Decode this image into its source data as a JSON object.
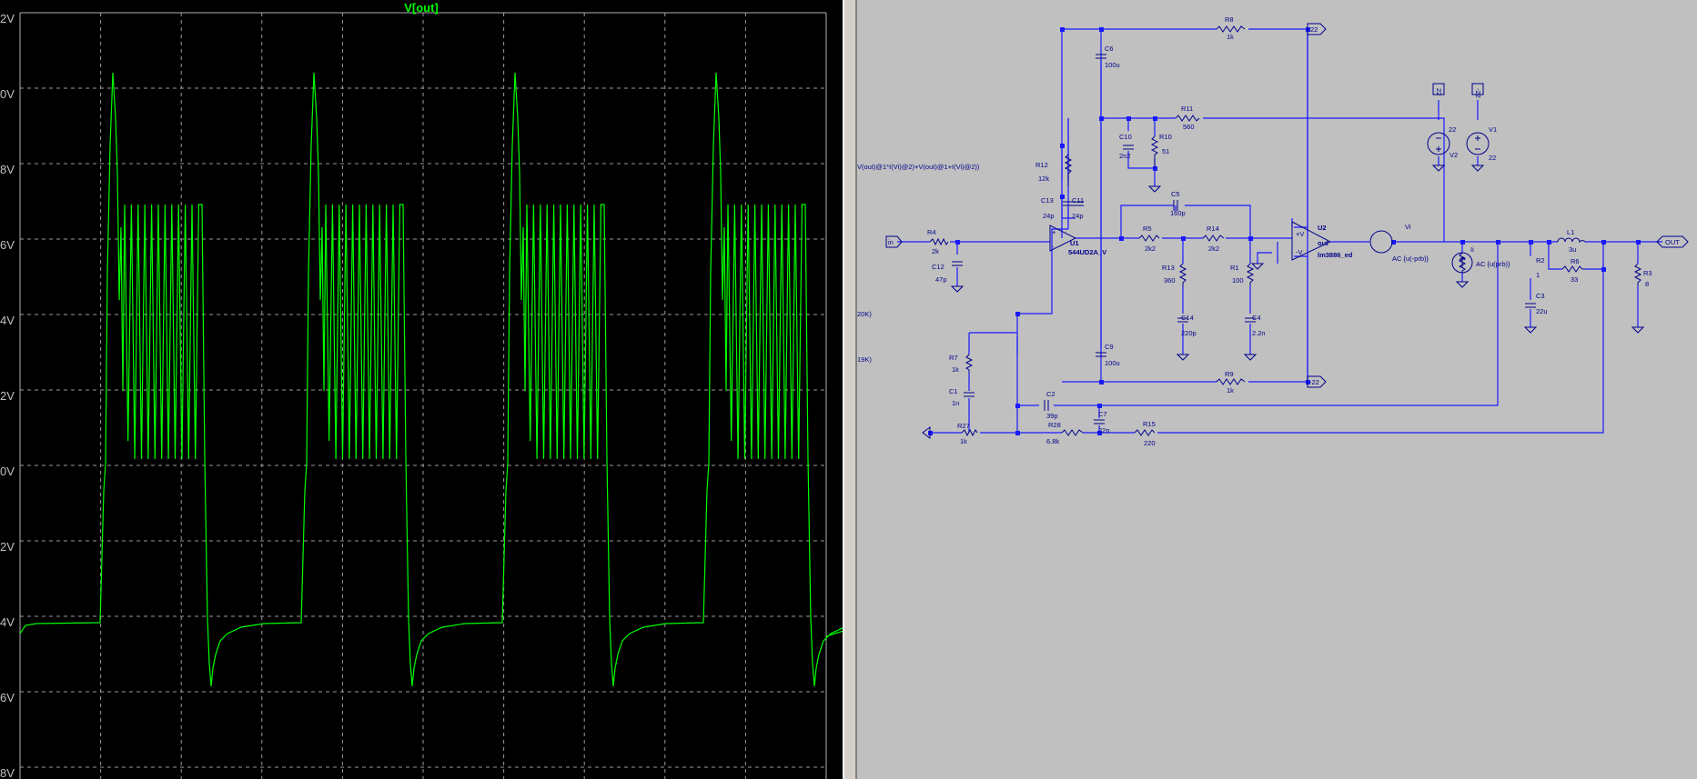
{
  "plot": {
    "title": "V[out]",
    "y_ticks": [
      "2V",
      "0V",
      "8V",
      "6V",
      "4V",
      "2V",
      "0V",
      "2V",
      "4V",
      "6V",
      "8V"
    ],
    "colors": {
      "trace": "#00ff00",
      "grid": "#9a9a9a",
      "background": "#000000"
    }
  },
  "chart_data": {
    "type": "line",
    "title": "V[out]",
    "series": [
      {
        "name": "V[out]",
        "description_shape": "repeating bursts: step up, overshoot spike, high-frequency oscillation, drop"
      }
    ],
    "grid": true,
    "period_count": 4
  },
  "schematic": {
    "spice_expr": "V(out)@1*I(Vi)@2)+V(out)@1+I(Vi)@2))",
    "step1": "20K)",
    "step2": "19K)",
    "ports": {
      "in": "in",
      "out": "OUT",
      "p22a": "22",
      "m22a": "-22",
      "p22b": "22",
      "m22b": "-22"
    },
    "comps": {
      "r8": "R8",
      "r8v": "1k",
      "c6": "C6",
      "c6v": "100u",
      "r11": "R11",
      "r11v": "560",
      "c10": "C10",
      "c10v": "2n2",
      "r10": "R10",
      "r10v": "51",
      "r12": "R12",
      "r12v": "12k",
      "c13": "C13",
      "c13v": "24p",
      "c11": "C11",
      "c11v": "24p",
      "c5": "C5",
      "c5v": "160p",
      "r4": "R4",
      "r4v": "2k",
      "c12": "C12",
      "c12v": "47p",
      "u1": "U1",
      "u1v": "544UD2A_V",
      "r5": "R5",
      "r5v": "2k2",
      "r14": "R14",
      "r14v": "2k2",
      "u2": "U2",
      "u2v": "lm3886_ed",
      "u2out": "out",
      "r13": "R13",
      "r13v": "360",
      "r1": "R1",
      "r1v": "100",
      "c14": "C14",
      "c14v": "220p",
      "c4": "C4",
      "c4v": "2.2n",
      "c9": "C9",
      "c9v": "100u",
      "r9": "R9",
      "r9v": "1k",
      "vi": "Vi",
      "viv": "AC {u(-prb)}",
      "ii": "Ii",
      "iiv": "AC {u(prb)}",
      "v2": "V2",
      "v2v": "22",
      "v1": "V1",
      "v1v": "22",
      "r2": "R2",
      "r2v": "1",
      "c3": "C3",
      "c3v": "22u",
      "l1": "L1",
      "l1v": "3u",
      "r6": "R6",
      "r6v": "33",
      "r3": "R3",
      "r3v": "8",
      "r7": "R7",
      "r7v": "1k",
      "c1": "C1",
      "c1v": "1n",
      "c2": "C2",
      "c2v": "39p",
      "r28": "R28",
      "r28v": "6.8k",
      "c7": "C7",
      "c7v": "22n",
      "r15": "R15",
      "r15v": "220",
      "r27": "R27",
      "r27v": "1k"
    }
  }
}
